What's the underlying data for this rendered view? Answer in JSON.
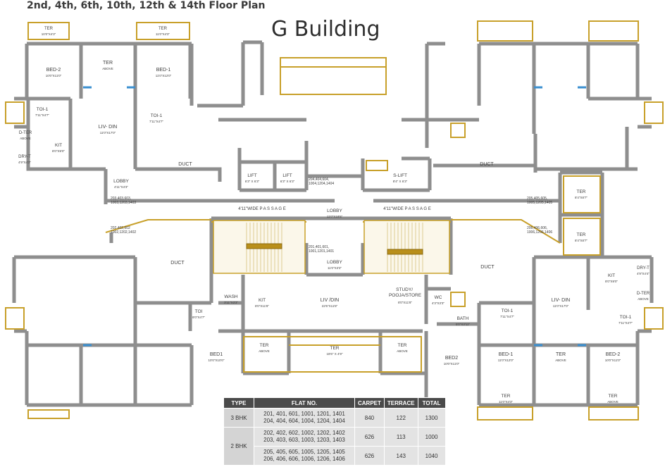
{
  "header": {
    "floors_title": "2nd, 4th, 6th, 10th, 12th & 14th Floor Plan",
    "building_title": "G Building"
  },
  "colors": {
    "wall": "#8e8e8e",
    "accent": "#c8a02a",
    "window": "#3a8fd0",
    "room_label": "#3d3d3d",
    "table_header": "#4a4a4a",
    "table_cell": "#e3e3e3"
  },
  "rooms": {
    "ter_top_left": {
      "name": "TER",
      "dim": "10'0\"X4'3\""
    },
    "ter_top_left2": {
      "name": "TER",
      "dim": "11'0\"X4'3\""
    },
    "bed2_tl": {
      "name": "BED-2",
      "dim": "10'0\"X11'0\""
    },
    "ter_above_tl": {
      "name": "TER",
      "dim": "ABOVE"
    },
    "bed1_tl": {
      "name": "BED-1",
      "dim": "11'0\"X12'0\""
    },
    "toi1_tl": {
      "name": "TOI-1",
      "dim": "7'11\"X4'7\""
    },
    "toi1_tl2": {
      "name": "TOI-1",
      "dim": "7'11\"X4'7\""
    },
    "liv_din_tl": {
      "name": "LIV- DIN",
      "dim": "11'0\"X17'0\""
    },
    "dter_tl": {
      "name": "D-TER",
      "dim": "ABOVE"
    },
    "kit_tl": {
      "name": "KIT",
      "dim": "8'0\"X9'0\""
    },
    "dryt_tl": {
      "name": "DRY-T",
      "dim": "4'9\"X4'3\""
    },
    "duct_tl": {
      "name": "DUCT"
    },
    "lift1": {
      "name": "LIFT",
      "dim": "6'3\" X 6'3\""
    },
    "lift2": {
      "name": "LIFT",
      "dim": "6'3\" X 6'3\""
    },
    "slift": {
      "name": "S-LIFT",
      "dim": "8'4\" X 6'3\""
    },
    "duct_tr": {
      "name": "DUCT"
    },
    "lobby_left": {
      "name": "LOBBY",
      "dim": "4'11\"X4'3\""
    },
    "passage_left": {
      "name": "4'11\"WIDE  P A S S A G E"
    },
    "passage_right": {
      "name": "4'11\"WIDE  P A S S A G E"
    },
    "lobby_center": {
      "name": "LOBBY",
      "dim": "11'0\"X18'6\""
    },
    "lobby_center2": {
      "name": "LOBBY",
      "dim": "11'0\"X3'3\""
    },
    "ter_r1": {
      "name": "TER",
      "dim": "8'4\"X8'7\""
    },
    "ter_r2": {
      "name": "TER",
      "dim": "8'4\"X8'7\""
    },
    "duct_bl": {
      "name": "DUCT"
    },
    "duct_br": {
      "name": "DUCT"
    },
    "kit_br": {
      "name": "KIT",
      "dim": "8'0\"X9'0\""
    },
    "dryt_br": {
      "name": "DRY-T",
      "dim": "4'9\"X4'4\""
    },
    "dter_br": {
      "name": "D-TER",
      "dim": "ABOVE"
    },
    "liv_din_br": {
      "name": "LIV- DIN",
      "dim": "11'0\"X17'0\""
    },
    "toi1_br": {
      "name": "TOI-1",
      "dim": "7'11\"X4'7\""
    },
    "toi1_br2": {
      "name": "TOI-1",
      "dim": "7'11\"X4'7\""
    },
    "wash": {
      "name": "WASH",
      "dim": "3'11\"X3'3\""
    },
    "kit_c": {
      "name": "KIT",
      "dim": "8'0\"X11'8\""
    },
    "liv_din_c": {
      "name": "LIV /DIN",
      "dim": "22'6\"X11'8\""
    },
    "study": {
      "name": "STUDY/\nPOOJA/STORE",
      "dim": "8'0\"X11'8\""
    },
    "wc": {
      "name": "WC",
      "dim": "4'3\"X3'3\""
    },
    "bath": {
      "name": "BATH",
      "dim": "5'0\"X3'11\""
    },
    "toi_bl": {
      "name": "TOI",
      "dim": "8'0\"X4'7\""
    },
    "bed1_bl": {
      "name": "BED1",
      "dim": "10'0\"X10'0\""
    },
    "ter_above_b1": {
      "name": "TER",
      "dim": "ABOVE"
    },
    "ter_b": {
      "name": "TER",
      "dim": "18'6\" X 4'9\""
    },
    "ter_above_b2": {
      "name": "TER",
      "dim": "ABOVE"
    },
    "bed2_b": {
      "name": "BED2",
      "dim": "10'0\"X11'0\""
    },
    "bed1_br": {
      "name": "BED-1",
      "dim": "11'0\"X12'0\""
    },
    "ter_above_br": {
      "name": "TER",
      "dim": "ABOVE"
    },
    "bed2_br": {
      "name": "BED-2",
      "dim": "10'0\"X11'0\""
    },
    "ter_bot1": {
      "name": "TER",
      "dim": "11'0\"X4'3\""
    },
    "ter_bot2": {
      "name": "TER",
      "dim": "ABOVE"
    }
  },
  "flat_labels": {
    "f203": [
      "203,403,603,",
      "1003,1203,1403"
    ],
    "f202": [
      "202,402,602",
      "1002,1202,1402"
    ],
    "f204": [
      "204,404,604,",
      "1004,1204,1404"
    ],
    "f201": [
      "201,401,601,",
      "1001,1201,1401"
    ],
    "f205": [
      "205,405,605,",
      "1005,1205,1405"
    ],
    "f206": [
      "206,406,606,",
      "1006,1206,1406"
    ]
  },
  "table": {
    "headers": [
      "TYPE",
      "FLAT NO.",
      "CARPET",
      "TERRACE",
      "TOTAL"
    ],
    "rows": [
      {
        "type": "3 BHK",
        "flats": [
          "201,  401,  601,  1001,  1201,  1401",
          "204,  404,  604,  1004,  1204,  1404"
        ],
        "carpet": "840",
        "terrace": "122",
        "total": "1300"
      },
      {
        "type": "2 BHK",
        "flats": [
          "202,  402,  602,  1002,  1202,  1402",
          "203,  403,  603,  1003,  1203,  1403"
        ],
        "carpet": "626",
        "terrace": "113",
        "total": "1000"
      },
      {
        "type": "",
        "flats": [
          "205,  405,  605,  1005,  1205,  1405",
          "206,  406,  606,  1006,  1206,  1406"
        ],
        "carpet": "626",
        "terrace": "143",
        "total": "1040"
      }
    ]
  }
}
